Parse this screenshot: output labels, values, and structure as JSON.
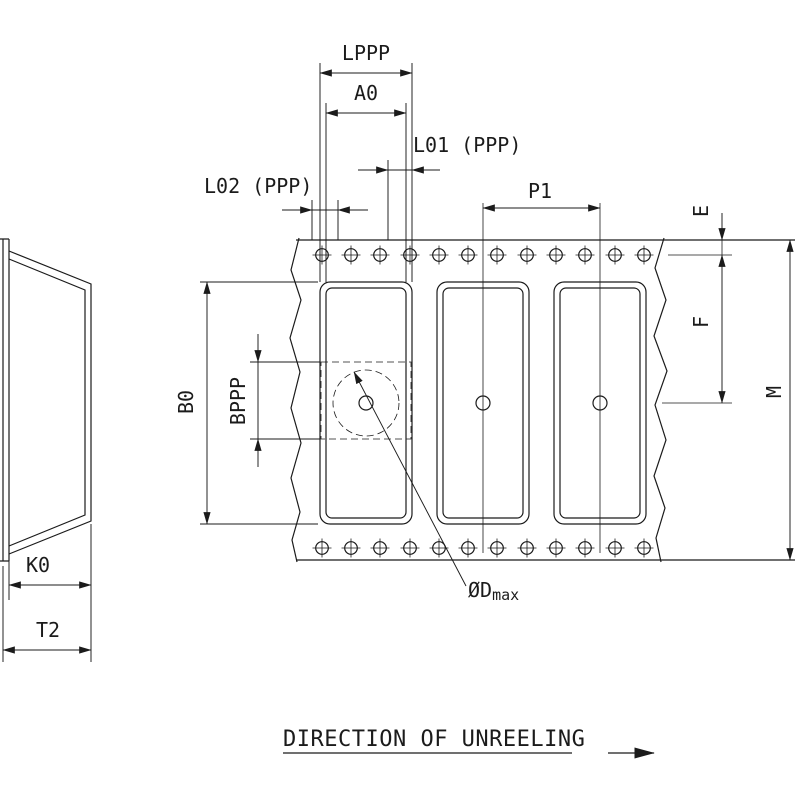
{
  "labels": {
    "lppp": "LPPP",
    "a0": "A0",
    "l01": "L01 (PPP)",
    "l02": "L02 (PPP)",
    "p1": "P1",
    "e": "E",
    "f": "F",
    "m": "M",
    "b0": "B0",
    "bppp": "BPPP",
    "k0": "K0",
    "t2": "T2",
    "dmax_symbol": "Ø",
    "dmax_name": "D",
    "dmax_subscript": "max",
    "direction": "DIRECTION OF UNREELING"
  },
  "colors": {
    "line": "#1b1b1b",
    "background": "#ffffff"
  }
}
